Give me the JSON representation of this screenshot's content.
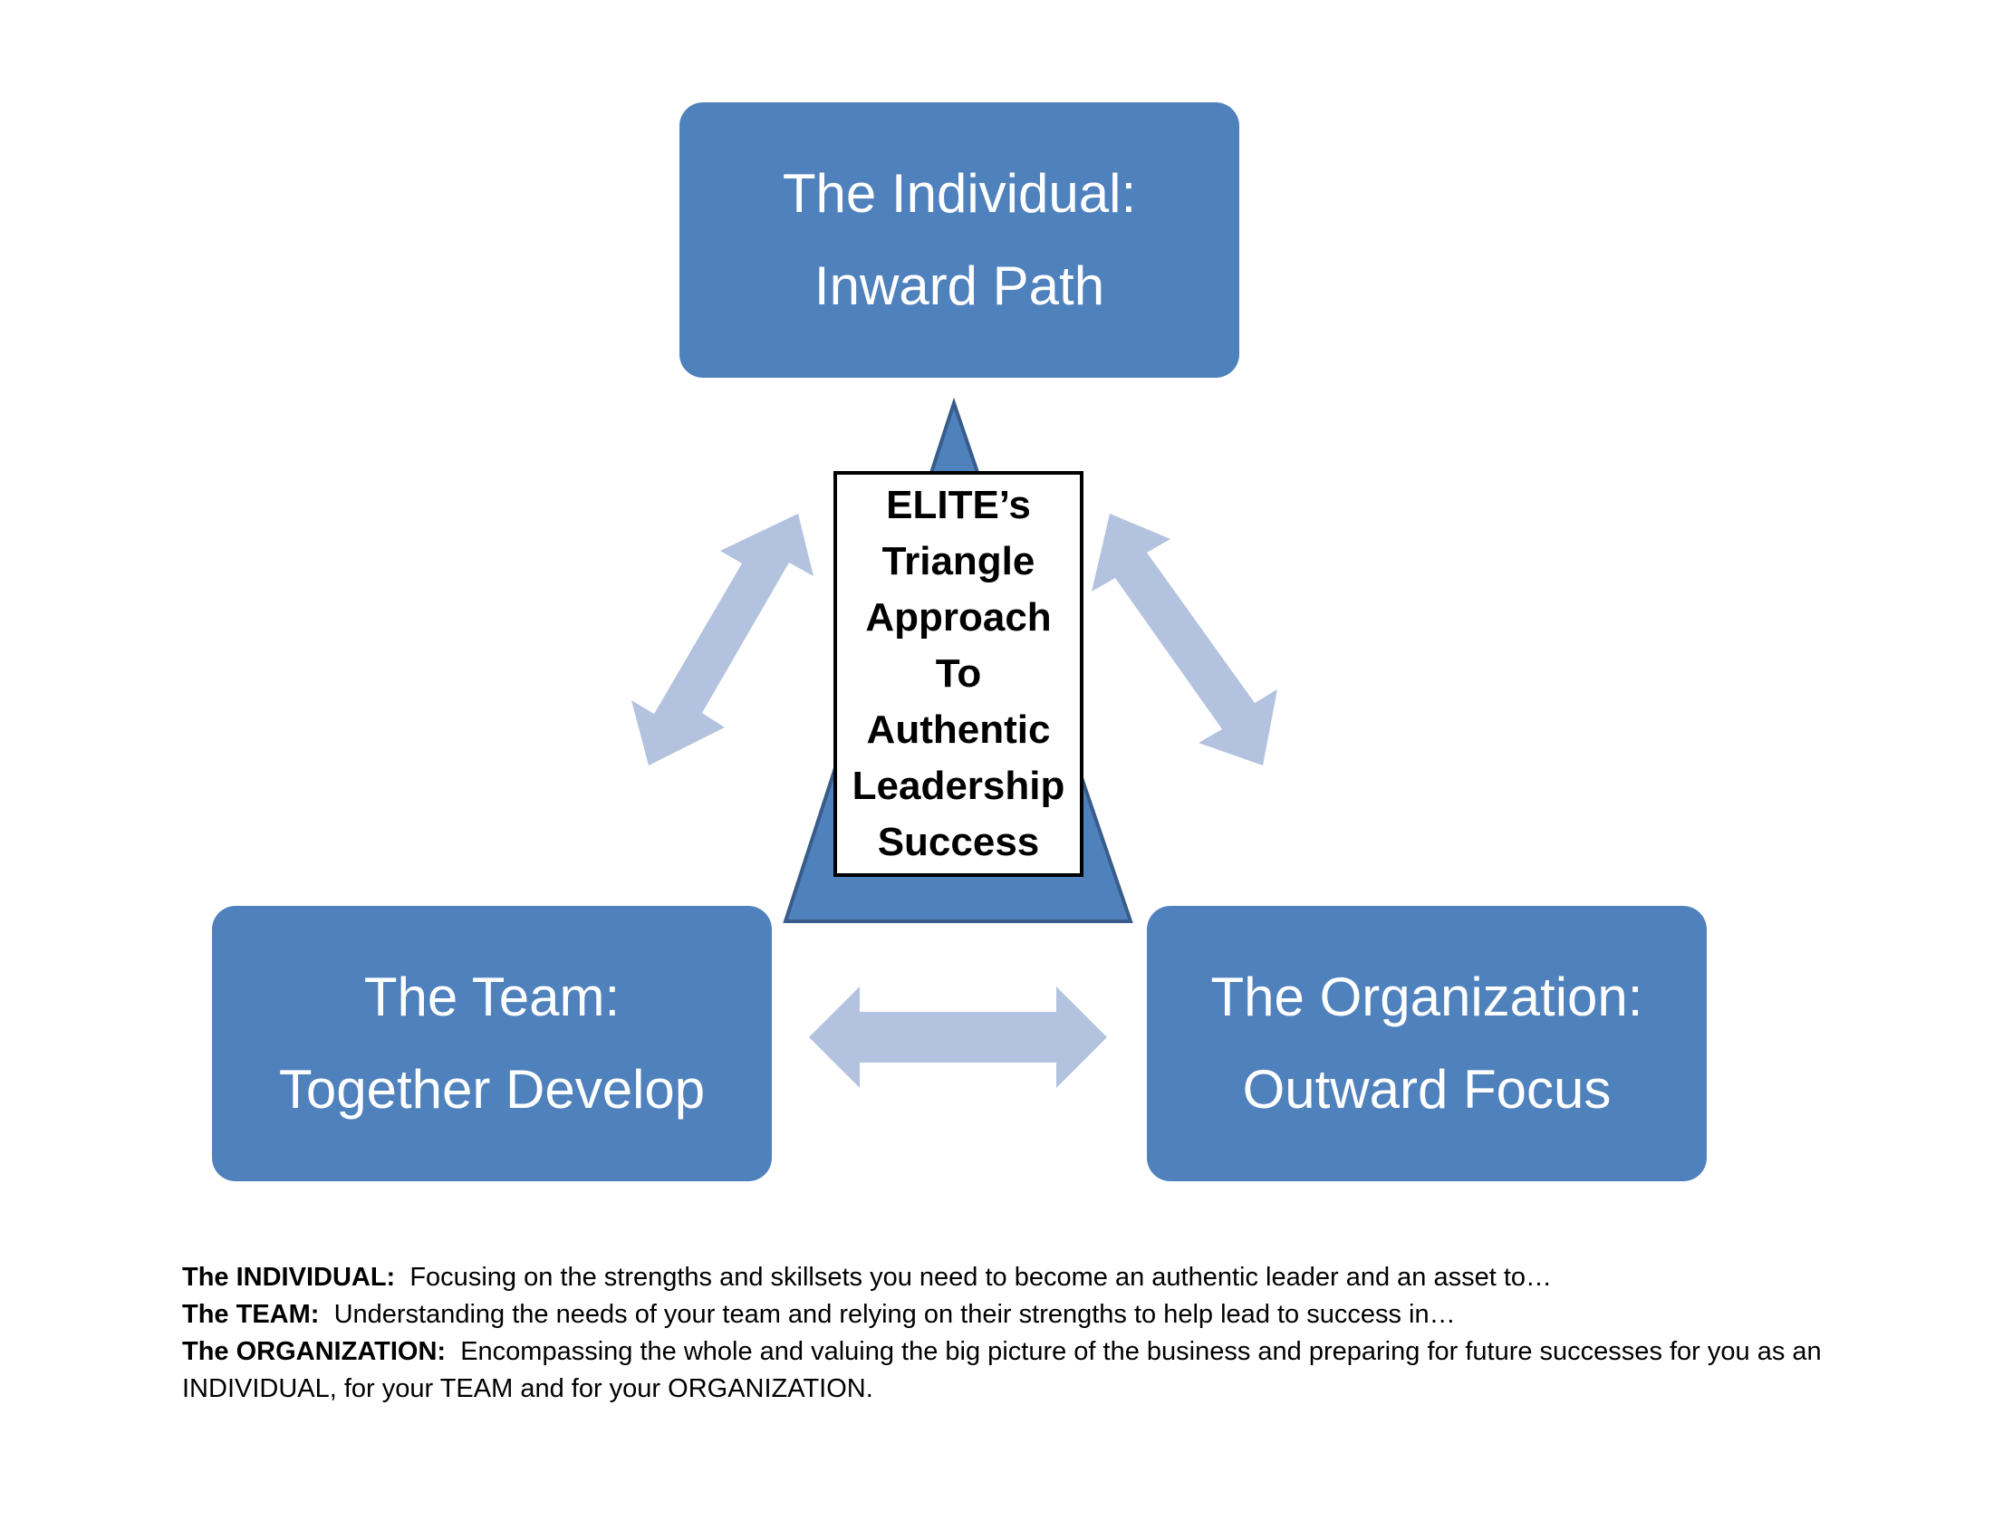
{
  "boxes": {
    "individual": {
      "line1": "The Individual:",
      "line2": "Inward Path"
    },
    "team": {
      "line1": "The Team:",
      "line2": "Together Develop"
    },
    "organization": {
      "line1": "The Organization:",
      "line2": "Outward Focus"
    }
  },
  "center": {
    "lines": [
      "ELITE’s",
      "Triangle",
      "Approach",
      "To",
      "Authentic",
      "Leadership",
      "Success"
    ]
  },
  "legend": [
    {
      "term": "The INDIVIDUAL:",
      "text": "Focusing on the strengths and skillsets you need to become an authentic leader and an asset to…"
    },
    {
      "term": "The TEAM:",
      "text": "Understanding the needs of your team and relying on their strengths to help lead to success in…"
    },
    {
      "term": "The ORGANIZATION:",
      "text": "Encompassing the whole and valuing the big picture of the business and preparing for future successes for you as an INDIVIDUAL, for your TEAM and for your ORGANIZATION."
    }
  ],
  "colors": {
    "box_fill": "#4f81bd",
    "triangle_fill": "#4f81bd",
    "triangle_stroke": "#385d8a",
    "arrow_fill": "#b3c3df"
  }
}
